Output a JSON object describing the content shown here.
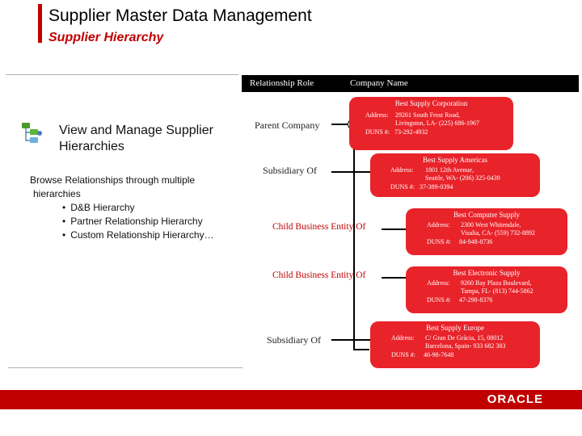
{
  "slide": {
    "title": "Supplier Master Data Management",
    "subtitle": "Supplier Hierarchy",
    "header_role": "Relationship Role",
    "header_company": "Company Name",
    "view_line1": "View and Manage Supplier",
    "view_line2": "Hierarchies",
    "browse_line1": "Browse Relationships through multiple",
    "browse_line2": "hierarchies",
    "bullets": [
      "D&B Hierarchy",
      "Partner Relationship Hierarchy",
      "Custom Relationship Hierarchy…"
    ],
    "logo": "ORACLE"
  },
  "roles": [
    "Parent Company",
    "Subsidiary Of",
    "Child Business Entity Of",
    "Child Business Entity Of",
    "Subsidiary Of"
  ],
  "companies": [
    {
      "name": "Best Supply Corporation",
      "addr_label": "Address:",
      "addr1": "29261 South Frost Road,",
      "addr2": "Livingston, LA- (225) 686-1967",
      "duns_label": "DUNS #:",
      "duns": "73-292-4932"
    },
    {
      "name": "Best Supply Americas",
      "addr_label": "Address:",
      "addr1": "1801 12th Avenue,",
      "addr2": "Seattle, WA- (206) 325-0439",
      "duns_label": "DUNS #:",
      "duns": "37-389-0394"
    },
    {
      "name": "Best Computer Supply",
      "addr_label": "Address:",
      "addr1": "2300 West Whitendale,",
      "addr2": "Visalia, CA- (559) 732-8892",
      "duns_label": "DUNS #:",
      "duns": "84-948-8736"
    },
    {
      "name": "Best Electronic Supply",
      "addr_label": "Address:",
      "addr1": "9260 Bay Plaza Boulevard,",
      "addr2": "Tampa, FL- (813) 744-5862",
      "duns_label": "DUNS #:",
      "duns": "47-298-8376"
    },
    {
      "name": "Best Supply Europe",
      "addr_label": "Address:",
      "addr1": "C/ Gran De Gràcia, 15, 08012",
      "addr2": "Barcelona, Spain- 933 682 383",
      "duns_label": "DUNS #:",
      "duns": "46-98-7648"
    }
  ],
  "colors": {
    "accent": "#c00000",
    "box": "#e8232a"
  }
}
